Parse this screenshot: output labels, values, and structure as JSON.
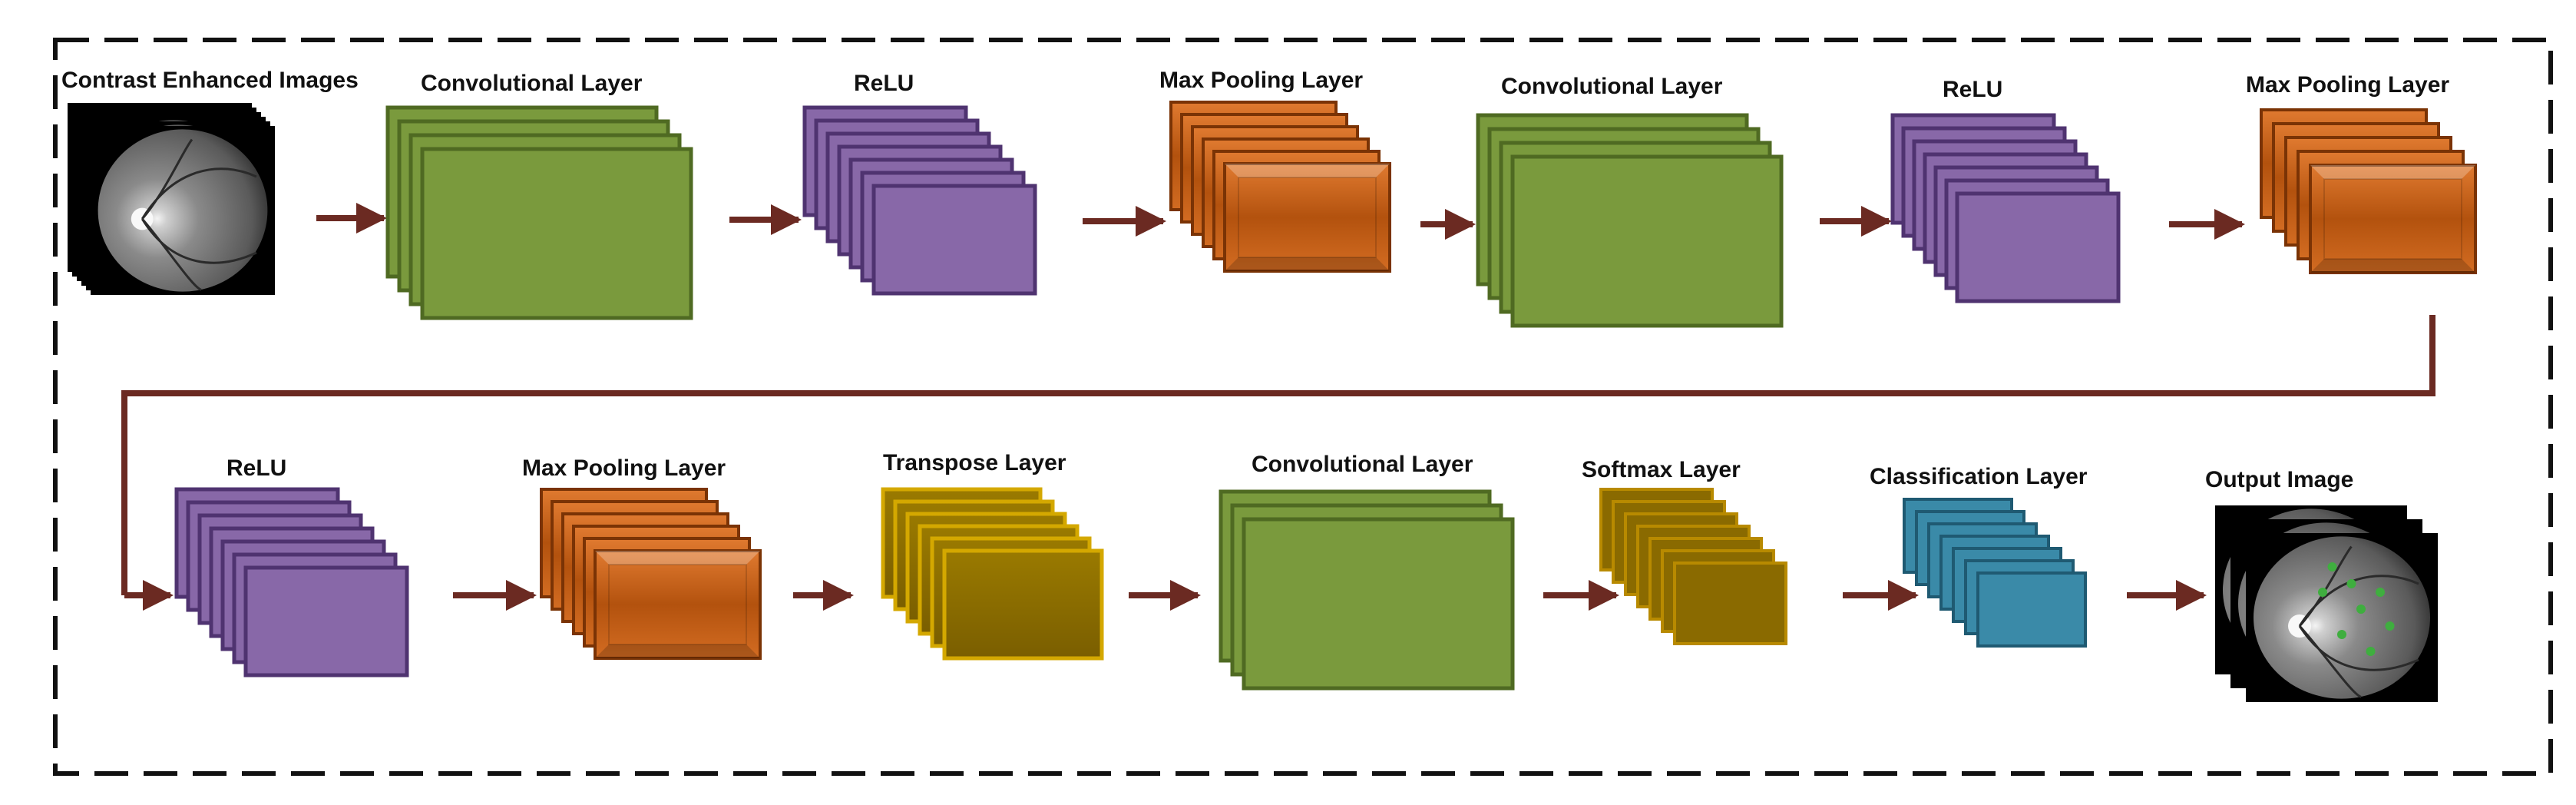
{
  "colors": {
    "conv": "#7a9a3d",
    "conv_edge": "#4f6a22",
    "relu": "#8868a8",
    "relu_edge": "#4f3370",
    "pool": "#c45a10",
    "pool_edge": "#7a3305",
    "transpose": "#8a6a00",
    "transpose_edge": "#d4a800",
    "softmax": "#8a6a00",
    "softmax_edge": "#b88a00",
    "classification": "#3a8aa8",
    "classification_edge": "#1f5a72",
    "arrow": "#6b2a22",
    "border": "#111111"
  },
  "row1": {
    "input": "Contrast Enhanced Images",
    "conv1": "Convolutional Layer",
    "relu1": "ReLU",
    "pool1": "Max Pooling Layer",
    "conv2": "Convolutional Layer",
    "relu2": "ReLU",
    "pool2": "Max Pooling Layer"
  },
  "row2": {
    "relu3": "ReLU",
    "pool3": "Max Pooling Layer",
    "transpose": "Transpose Layer",
    "conv3": "Convolutional Layer",
    "softmax": "Softmax Layer",
    "classification": "Classification Layer",
    "output": "Output Image"
  }
}
